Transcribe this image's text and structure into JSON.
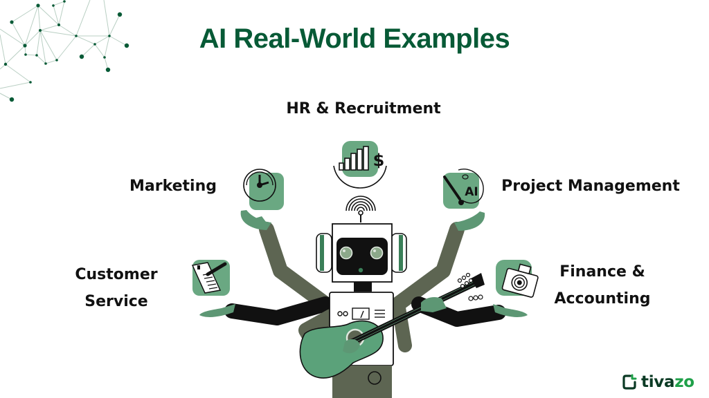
{
  "title": "AI Real-World Examples",
  "categories": {
    "hr": "HR & Recruitment",
    "marketing": "Marketing",
    "project": "Project Management",
    "customer_line1": "Customer",
    "customer_line2": "Service",
    "finance_line1": "Finance &",
    "finance_line2": "Accounting"
  },
  "icons": {
    "hr": "bar-chart-dollar-icon",
    "marketing": "clock-icon",
    "project": "ai-paintbrush-palette-icon",
    "customer": "document-pen-icon",
    "finance": "camera-icon"
  },
  "brand": {
    "logo_main": "tiva",
    "logo_accent": "zo"
  },
  "colors": {
    "title": "#075a36",
    "icon_bg": "#6aa882",
    "arm": "#5d6552",
    "hand": "#5d9774",
    "guitar": "#5ba27a",
    "network": "#075a36"
  }
}
